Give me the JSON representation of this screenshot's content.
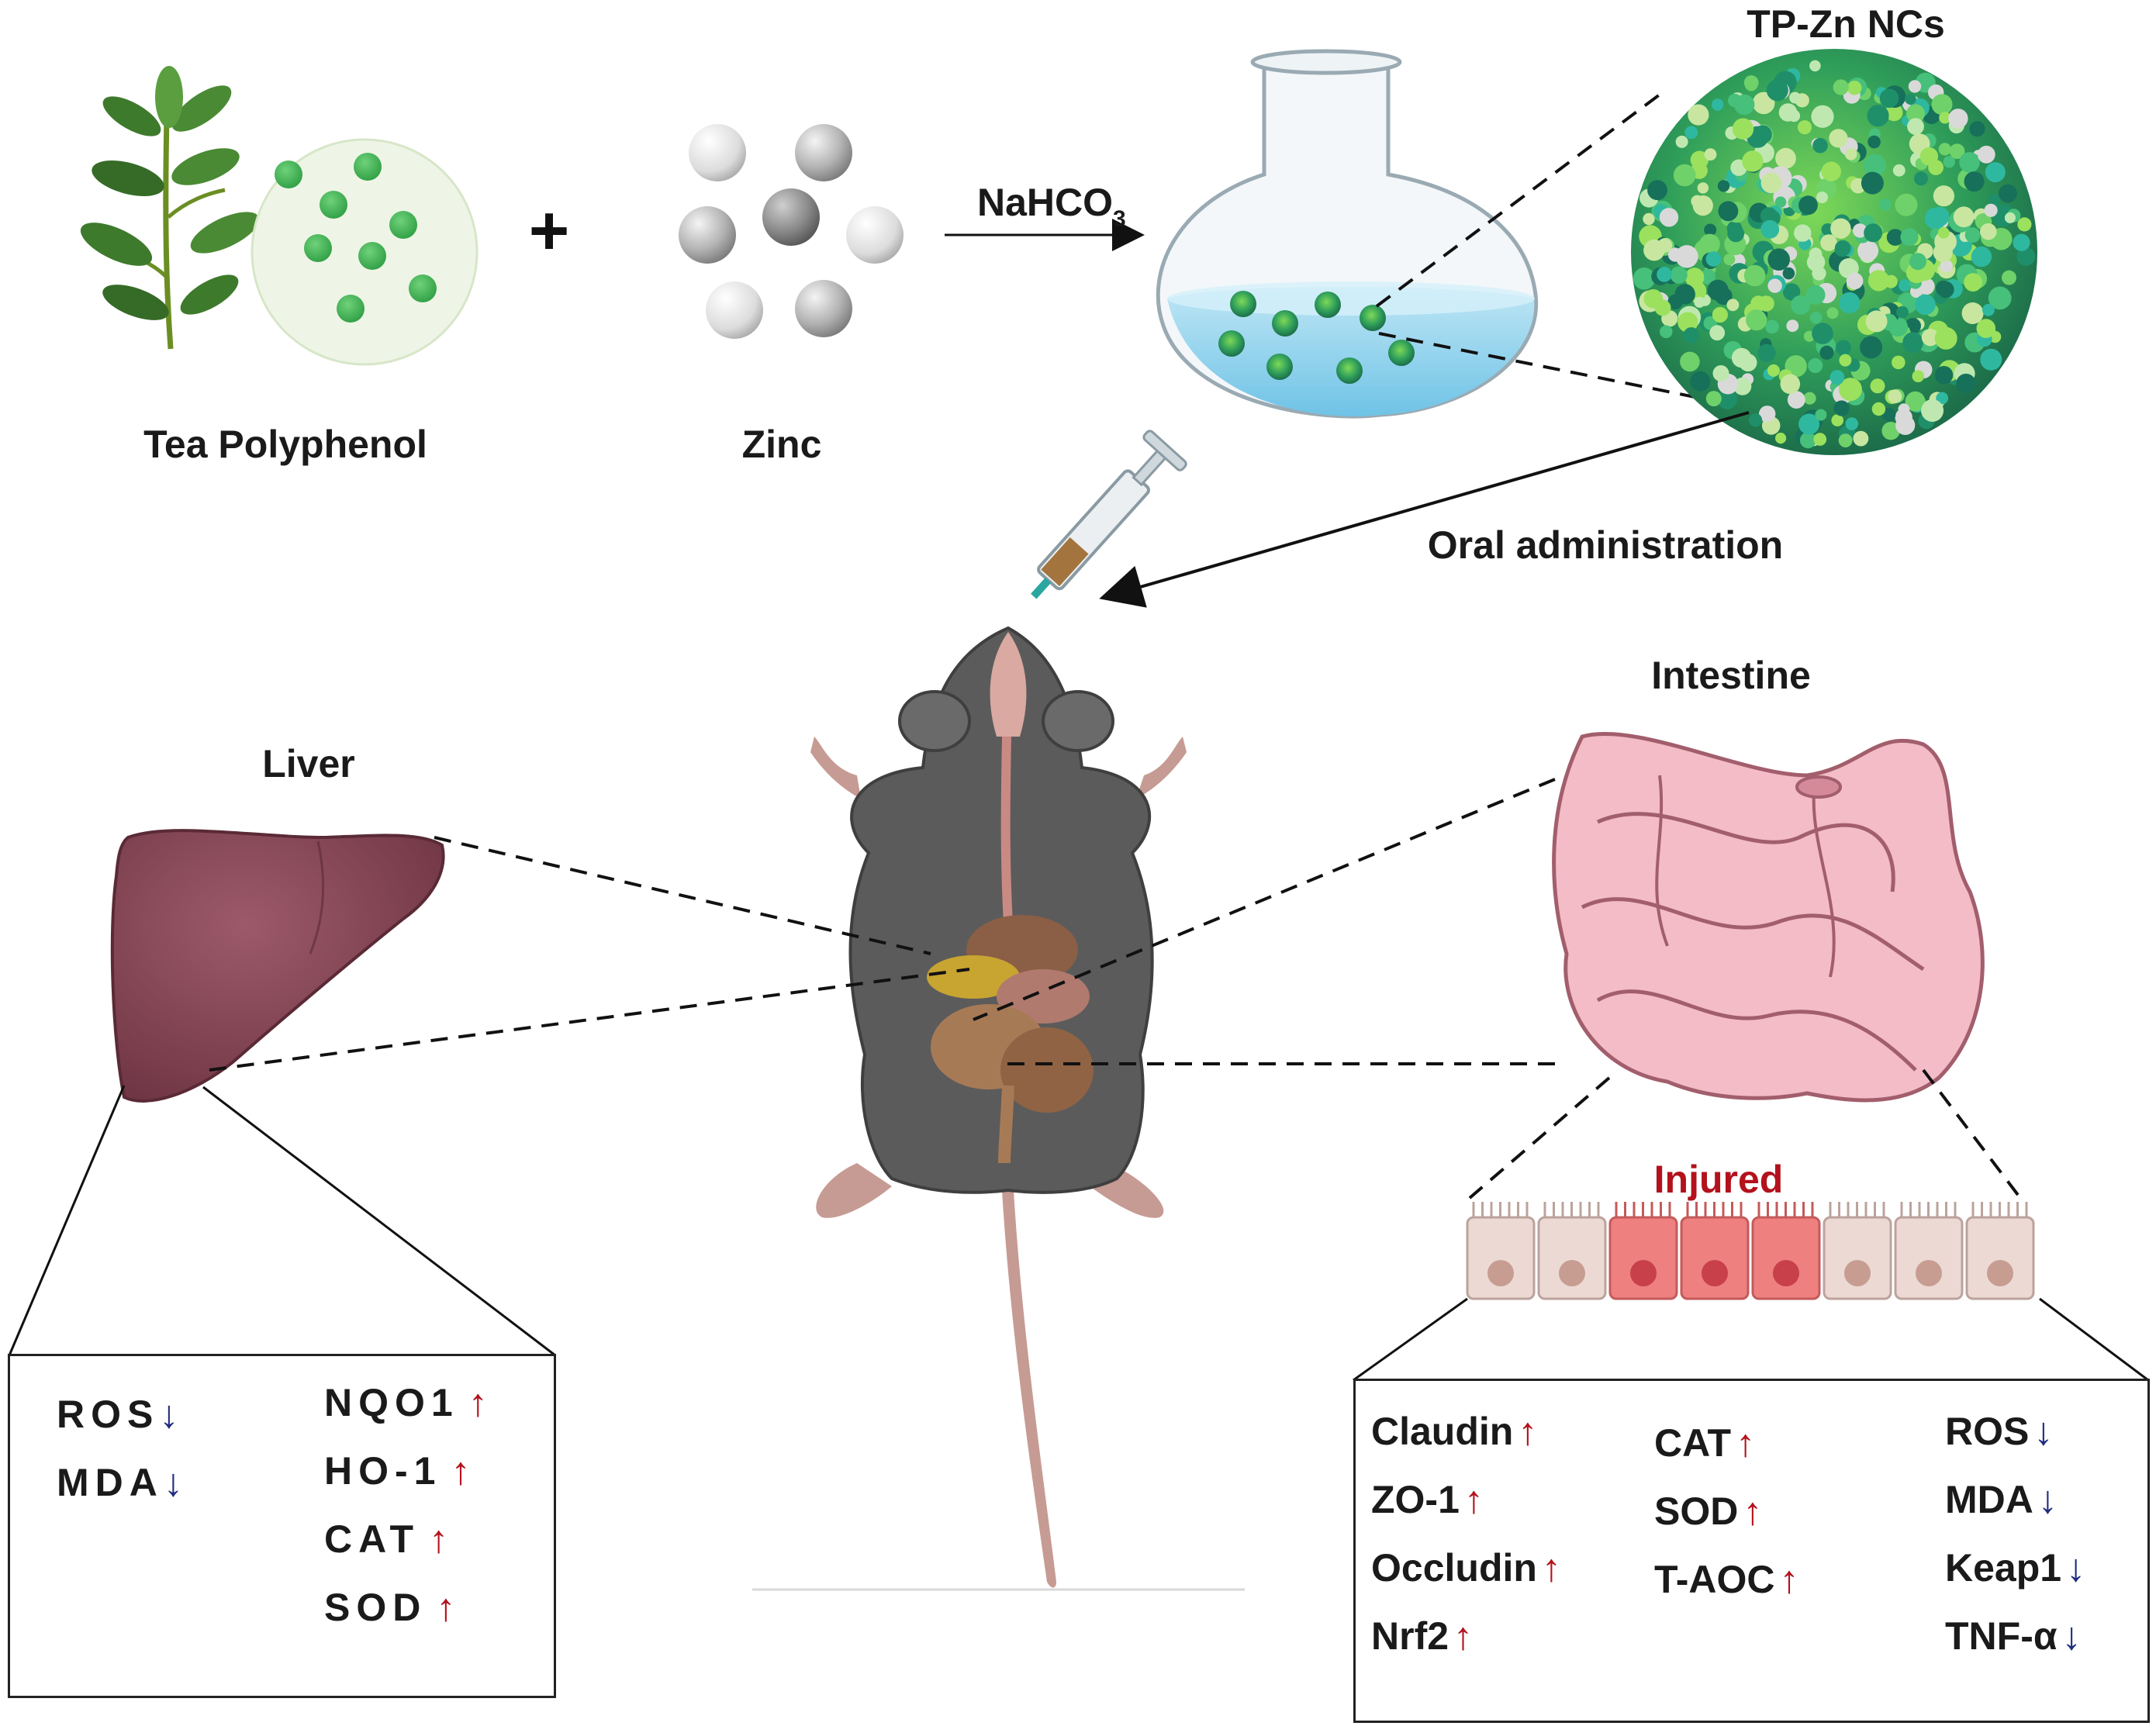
{
  "labels": {
    "tea": "Tea Polyphenol",
    "plus": "+",
    "zinc": "Zinc",
    "reagent_main": "NaHCO",
    "reagent_sub": "3",
    "nanocluster": "TP-Zn NCs",
    "route": "Oral administration",
    "liver": "Liver",
    "intestine": "Intestine",
    "injured": "Injured"
  },
  "arrows": {
    "up": "↑",
    "down": "↓"
  },
  "liver_box": {
    "left": [
      {
        "name": "ROS",
        "dir": "down"
      },
      {
        "name": "MDA",
        "dir": "down"
      }
    ],
    "right": [
      {
        "name": "NQO1",
        "dir": "up"
      },
      {
        "name": "HO-1",
        "dir": "up"
      },
      {
        "name": "CAT",
        "dir": "up"
      },
      {
        "name": "SOD",
        "dir": "up"
      }
    ]
  },
  "intestine_box": {
    "col1": [
      {
        "name": "Claudin",
        "dir": "up"
      },
      {
        "name": "ZO-1",
        "dir": "up"
      },
      {
        "name": "Occludin",
        "dir": "up"
      },
      {
        "name": "Nrf2",
        "dir": "up"
      }
    ],
    "col2": [
      {
        "name": "CAT",
        "dir": "up"
      },
      {
        "name": "SOD",
        "dir": "up"
      },
      {
        "name": "T-AOC",
        "dir": "up"
      }
    ],
    "col3": [
      {
        "name": "ROS",
        "dir": "down"
      },
      {
        "name": "MDA",
        "dir": "down"
      },
      {
        "name": "Keap1",
        "dir": "down"
      },
      {
        "name": "TNF-α",
        "dir": "down"
      }
    ]
  },
  "colors": {
    "tea_green": "#4caf50",
    "zinc_gray": "#9e9e9e",
    "liver": "#8a4b5a",
    "intestine": "#f2b7c2",
    "injured_cell": "#ee8080",
    "normal_cell": "#ecd9d3",
    "mouse": "#555555",
    "up_arrow": "#b3111c",
    "down_arrow": "#1f2c80"
  }
}
